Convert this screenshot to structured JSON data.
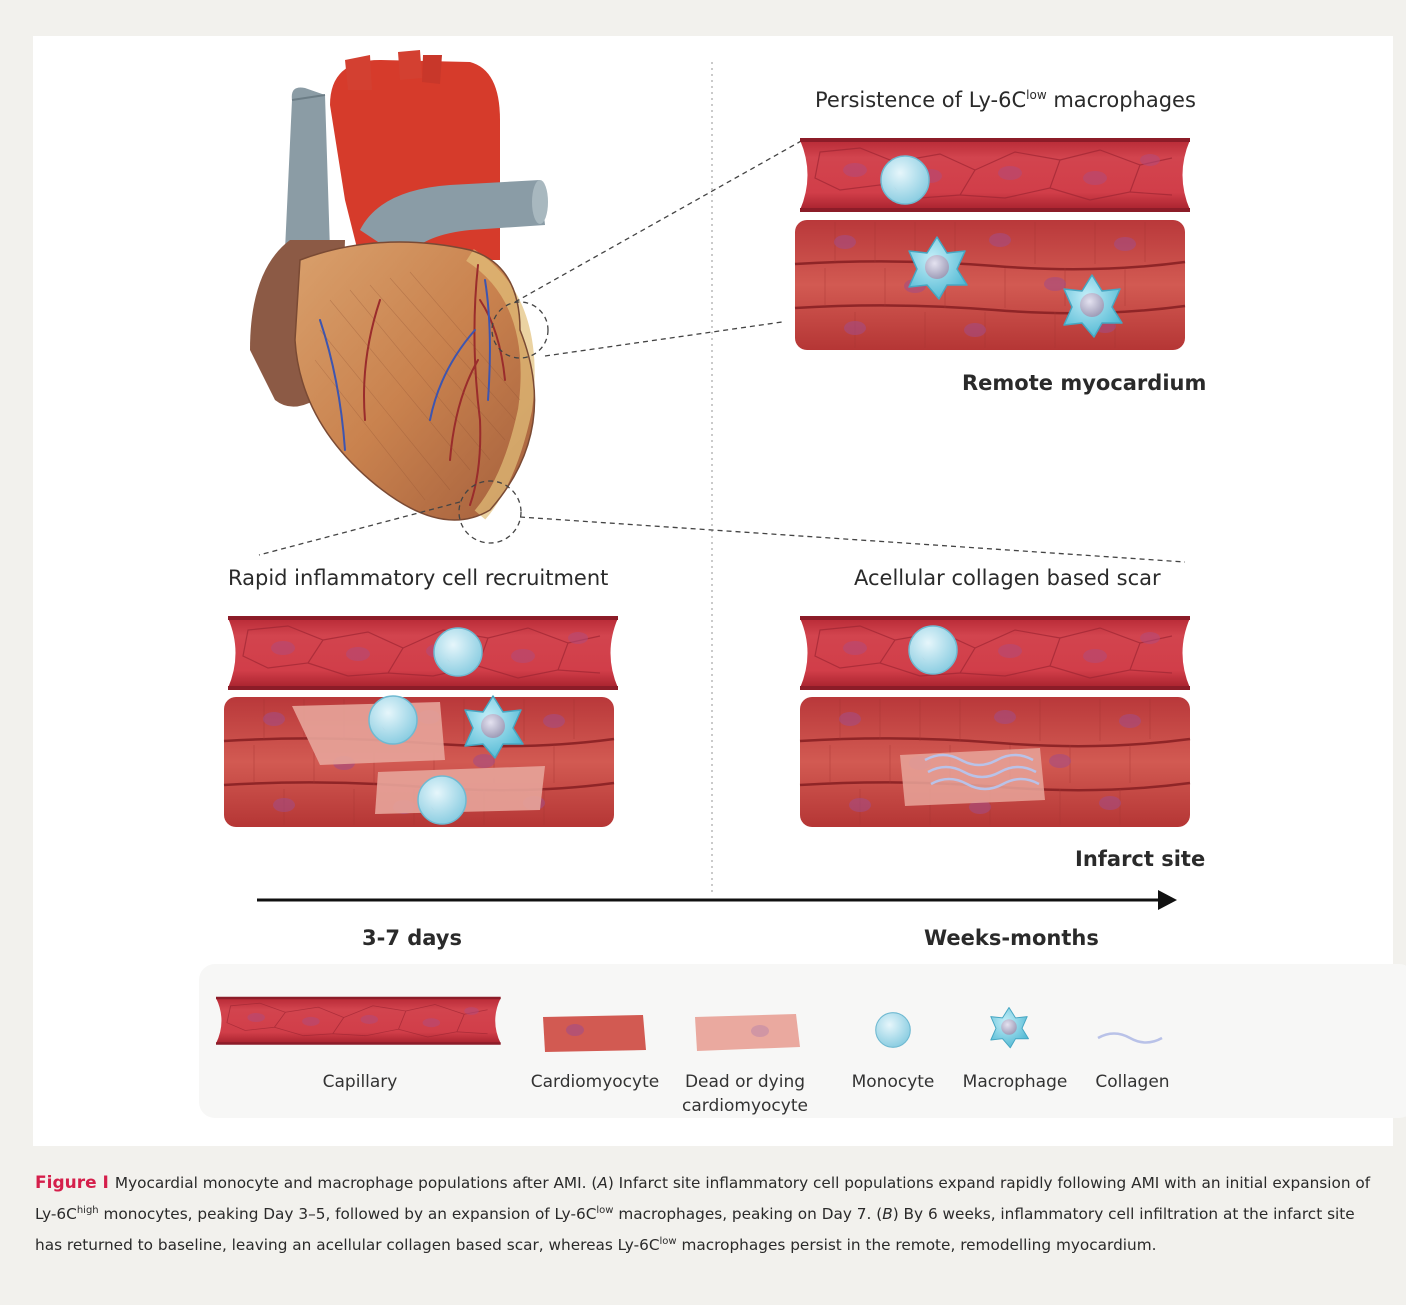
{
  "labels": {
    "persistence_prefix": "Persistence of Ly-6C",
    "persistence_sup": "low",
    "persistence_suffix": " macrophages",
    "remote": "Remote myocardium",
    "rapid": "Rapid inflammatory cell recruitment",
    "acellular": "Acellular collagen based scar",
    "infarct": "Infarct site",
    "days": "3-7 days",
    "weeks": "Weeks-months"
  },
  "legend": {
    "capillary": "Capillary",
    "cardiomyocyte": "Cardiomyocyte",
    "dead_line1": "Dead or dying",
    "dead_line2": "cardiomyocyte",
    "monocyte": "Monocyte",
    "macrophage": "Macrophage",
    "collagen": "Collagen"
  },
  "caption": {
    "figure_label": "Figure I",
    "t1": "Myocardial monocyte and macrophage populations after AMI. (",
    "a": "A",
    "t2": ") Infarct site inflammatory cell populations expand rapidly following AMI with an initial expansion of Ly-6C",
    "sup_high": "high",
    "t3": " monocytes, peaking Day 3–5, followed by an expansion of Ly-6C",
    "sup_low1": "low",
    "t4": " macrophages, peaking on Day 7. (",
    "b": "B",
    "t5": ") By 6 weeks, inflammatory cell infiltration at the infarct site has returned to baseline, leaving an acellular collagen based scar, whereas Ly-6C",
    "sup_low2": "low",
    "t6": " macrophages persist in the remote, remodelling myocardium."
  },
  "colors": {
    "caption_accent": "#d51f4b",
    "vessel": "#c8333d",
    "muscle": "#c8433f",
    "monocyte": "#a9dbe8",
    "macrophage": "#6fc6dc",
    "heart_red": "#d93a2a",
    "heart_grey": "#8a9ba3"
  }
}
